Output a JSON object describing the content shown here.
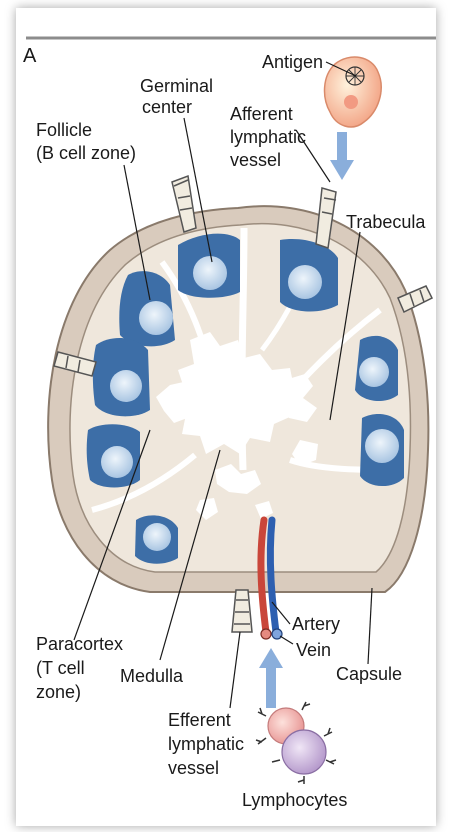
{
  "panel": {
    "letter": "A"
  },
  "labels": {
    "antigen": "Antigen",
    "germinal_center": [
      "Germinal",
      "center"
    ],
    "afferent_vessel": [
      "Afferent",
      "lymphatic",
      "vessel"
    ],
    "follicle": [
      "Follicle",
      "(B cell zone)"
    ],
    "trabecula": "Trabecula",
    "paracortex": [
      "Paracortex",
      "(T cell",
      "zone)"
    ],
    "medulla": "Medulla",
    "artery": "Artery",
    "vein": "Vein",
    "capsule": "Capsule",
    "efferent_vessel": [
      "Efferent",
      "lymphatic",
      "vessel"
    ],
    "lymphocytes": "Lymphocytes"
  },
  "colors": {
    "capsule": "#d9cbbd",
    "cortex": "#efe7dc",
    "follicle": "#3d6ea7",
    "germinal_center": "#cfe0ef",
    "arrow": "#8aaedb",
    "artery": "#c9463a",
    "vein": "#2d5fb0"
  }
}
